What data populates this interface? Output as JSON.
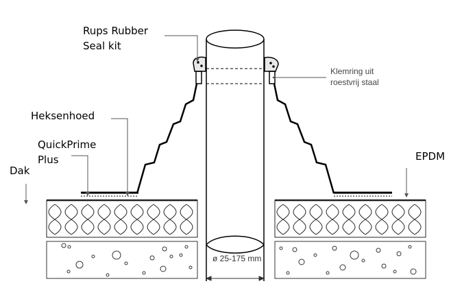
{
  "labels": {
    "seal_kit_line1": "Rups Rubber",
    "seal_kit_line2": "Seal  kit",
    "clamp_line1": "Klemring uit",
    "clamp_line2": "roestvrij staal",
    "heksenhoed": "Heksenhoed",
    "quickprime_line1": "QuickPrime",
    "quickprime_line2": "Plus",
    "dak": "Dak",
    "epdm": "EPDM",
    "diameter": "ø 25-175 mm"
  },
  "colors": {
    "line": "#000000",
    "leader": "#555555",
    "detail": "#444444"
  }
}
